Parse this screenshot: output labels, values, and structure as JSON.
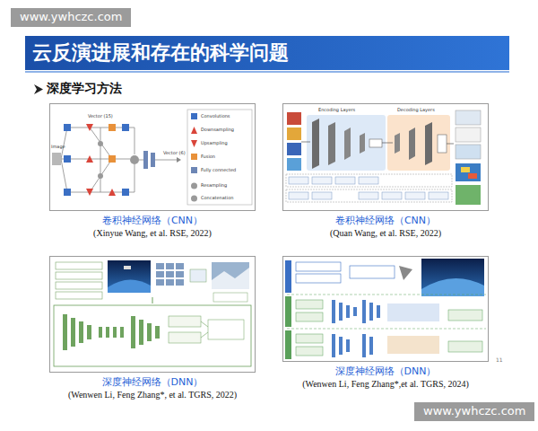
{
  "diagram": {
    "title": "云反演进展和存在的科学问题",
    "nodes": [
      {
        "text": [
          "卷积神经网络（CNN）",
          "(Xinyue Wang, et al. RSE, 2022)"
        ]
      },
      {
        "text": [
          "卷积神经网络（CNN）",
          "(Quan Wang, et al. RSE, 2022)"
        ]
      },
      {
        "text": [
          "深度神经网络（DNN）",
          "(Wenwen Li, Feng Zhang*, et al. TGRS, 2022)"
        ]
      },
      {
        "text": [
          "深度神经网络（DNN）",
          "(Wenwen Li, Feng Zhang*,et al. TGRS, 2024)"
        ]
      }
    ],
    "labels": [
      "www.ywhczc.com",
      "深度学习方法",
      "Image",
      "Vector (15)",
      "Vector (6)",
      "Convolutions",
      "Downsampling",
      "Upsampling",
      "Fusion",
      "Fully connected",
      "Resampling",
      "Concatenation",
      "Encoding Layers",
      "Decoding Layers",
      "11",
      "www.ywhczc.com"
    ]
  }
}
